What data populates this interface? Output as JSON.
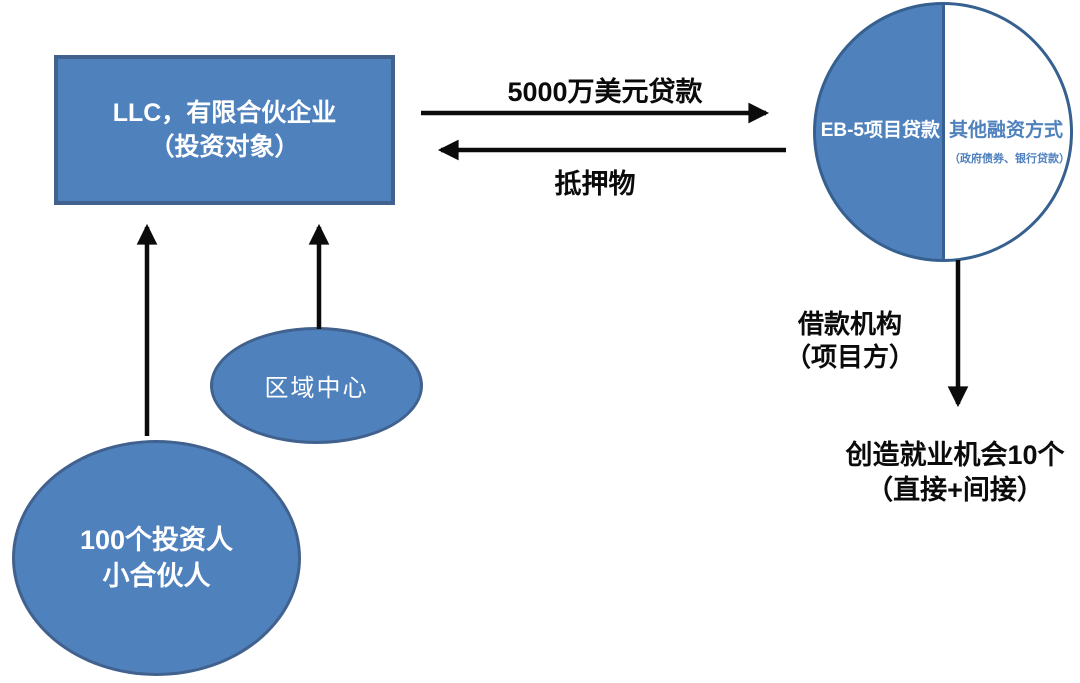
{
  "diagram": {
    "background": "#FFFFFF",
    "colors": {
      "shape_fill": "#4F81BD",
      "shape_border": "#41618E",
      "circle_border": "#36608F",
      "text_on_shape": "#FFFFFF",
      "accent_text": "#4F81BD",
      "arrow": "#000000"
    },
    "llc_box": {
      "line1": "LLC，有限合伙企业",
      "line2": "（投资对象）"
    },
    "loan_arrow": {
      "label": "5000万美元贷款",
      "direction": "right"
    },
    "collateral_arrow": {
      "label": "抵押物",
      "direction": "left"
    },
    "funding_circle": {
      "left_label": "EB-5项目贷款",
      "right_label": "其他融资方式",
      "right_sublabel": "（政府债券、银行贷款）"
    },
    "borrower": {
      "line1": "借款机构",
      "line2": "（项目方）"
    },
    "jobs": {
      "line1": "创造就业机会10个",
      "line2": "（直接+间接）"
    },
    "regional_center": {
      "label": "区域中心"
    },
    "investors": {
      "line1": "100个投资人",
      "line2": "小合伙人"
    }
  }
}
